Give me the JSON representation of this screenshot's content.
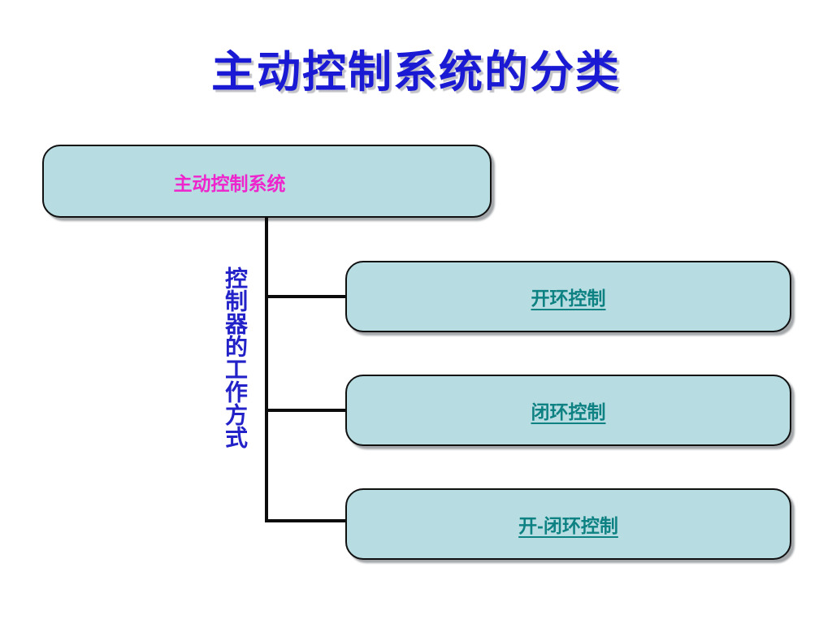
{
  "slide": {
    "title": "主动控制系统的分类",
    "background_color": "#ffffff",
    "title_color": "#1a1ad4"
  },
  "diagram": {
    "type": "tree",
    "box_fill_color": "#b7dde2",
    "box_border_color": "#111111",
    "connector_color": "#0c0c0c",
    "root": {
      "label": "主动控制系统",
      "text_color": "#ee24cc"
    },
    "branch_caption": {
      "label": "控制器的工作方式",
      "text_color": "#2222c8",
      "orientation": "vertical"
    },
    "branches": [
      {
        "label": "开环控制",
        "text_color": "#0e8183",
        "is_link": true
      },
      {
        "label": "闭环控制",
        "text_color": "#0e8183",
        "is_link": true
      },
      {
        "label": "开-闭环控制",
        "text_color": "#0e8183",
        "is_link": true
      }
    ]
  }
}
